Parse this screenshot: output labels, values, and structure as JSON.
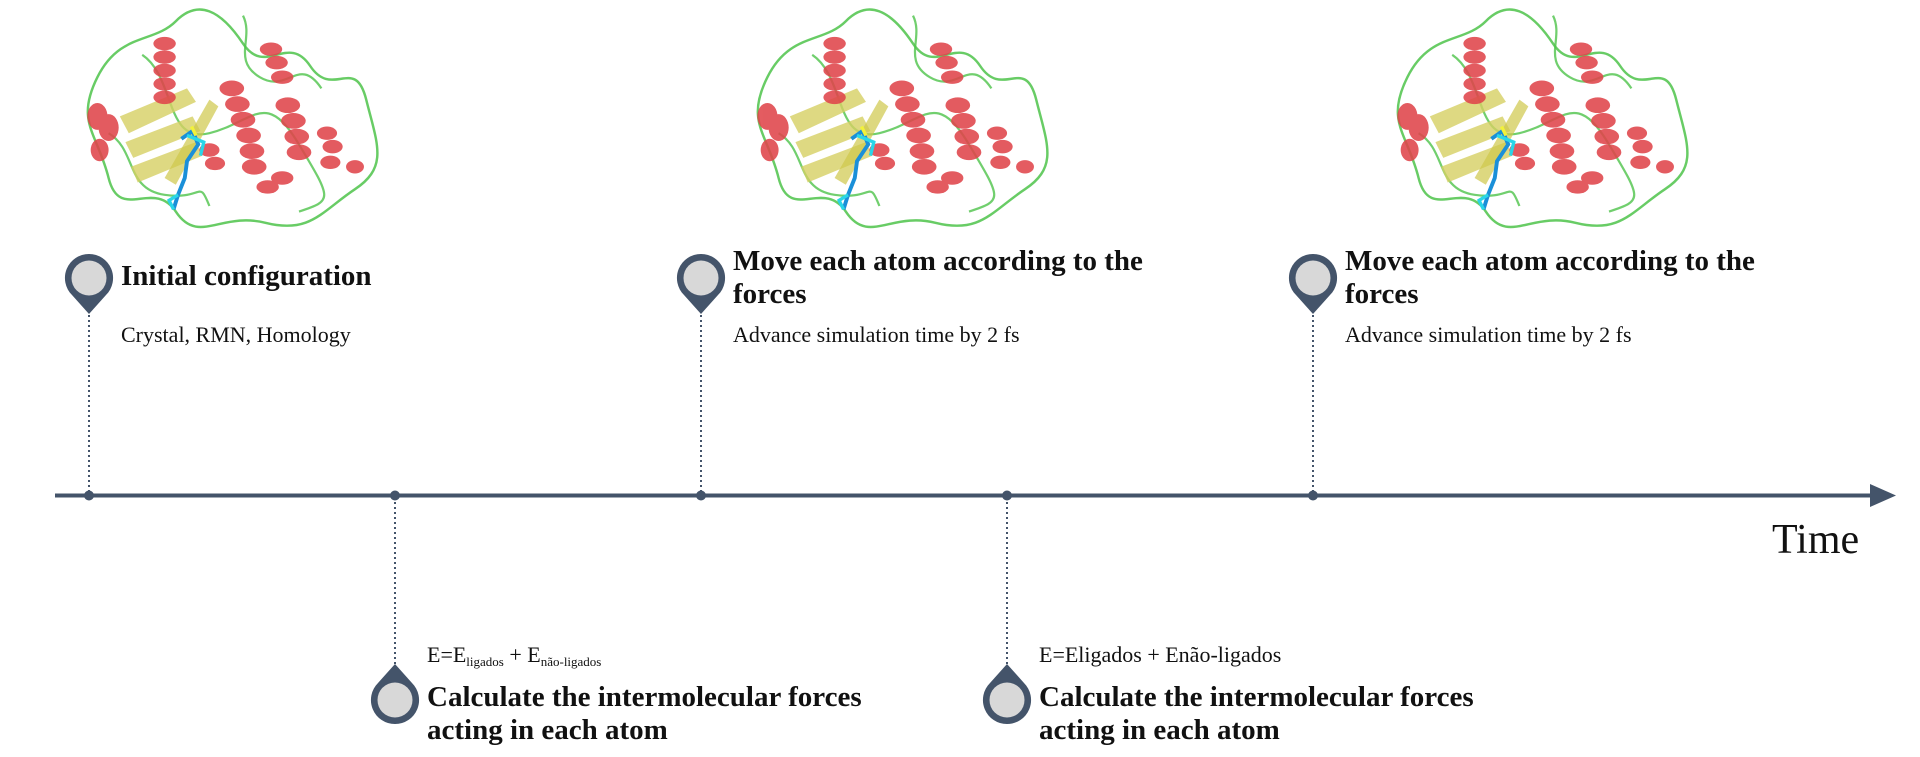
{
  "axis": {
    "label": "Time"
  },
  "colors": {
    "axis": "#44546a",
    "helix": "#e0454b",
    "strand": "#d6d063",
    "loop": "#4ec34a",
    "ligand": "#1a8fd8"
  },
  "steps": [
    {
      "title": "Initial configuration",
      "description": "Crystal, RMN, Homology"
    },
    {
      "title": "Calculate the intermolecular forces acting in each atom",
      "formula": {
        "e": "E=E",
        "sub1": "ligados",
        "plus": " + E",
        "sub2": "não-ligados"
      }
    },
    {
      "title": "Move each atom according to the forces",
      "description": "Advance simulation time by 2 fs"
    },
    {
      "title": "Calculate the intermolecular forces acting in each atom",
      "formula_text": "E=Eligados + Enão-ligados"
    },
    {
      "title": "Move each atom according to the forces",
      "description": "Advance simulation time by 2 fs"
    }
  ],
  "images": [
    {
      "icon": "protein-structure-image"
    },
    {
      "icon": "protein-structure-image"
    },
    {
      "icon": "protein-structure-image"
    }
  ]
}
